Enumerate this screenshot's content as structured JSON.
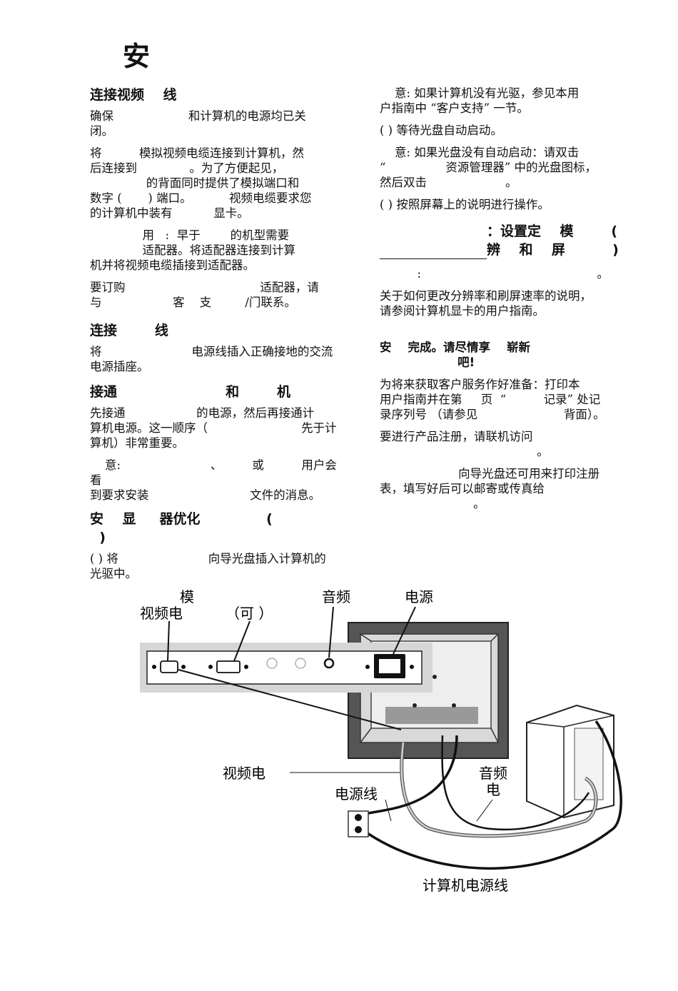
{
  "title": "安",
  "left": {
    "s1_head": "连接视频    线",
    "s1_p1": "确保                    和计算机的电源均已关\n闭。",
    "s1_p2": "将          模拟视频电缆连接到计算机，然\n后连接到              。为了方便起见，\n               的背面同时提供了模拟端口和\n数字 (       ) 端口。          视频电缆要求您\n的计算机中装有           显卡。",
    "s1_note": "              用   :  早于        的机型需要\n              适配器。将适配器连接到计算\n机并将视频电缆插接到适配器。",
    "s1_order": "要订购                                    适配器，请\n与                   客    支         /门联系。",
    "s2_head": "连接        线",
    "s2_p1": "将                        电源线插入正确接地的交流\n电源插座。",
    "s3_head": "接通                       和        机",
    "s3_p1": "先接通                   的电源，然后再接通计\n算机电源。这一顺序（                         先于计\n算机）非常重要。",
    "s3_note": "    意:                        、        或          用户会看\n到要求安装                           文件的消息。",
    "s4_head": "安    显     器优化              (\n  )",
    "s4_p1": "( ) 将                        向导光盘插入计算机的\n光驱中。"
  },
  "right": {
    "r_note1": "    意: 如果计算机没有光驱，参见本用\n户指南中 “客户支持” 一节。",
    "r_step2": "( ) 等待光盘自动启动。",
    "r_note2": "    意: 如果光盘没有自动启动：请双击\n“                资源管理器” 中的光盘图标，\n然后双击                     。",
    "r_step3": "( ) 按照屏幕上的说明进行操作。",
    "r_head": "：设置定    模        (\n辨    和    屏          )",
    "r_colon": "          :                                               。",
    "r_p1": "关于如何更改分辨率和刷屏速率的说明，\n请参阅计算机显卡的用户指南。",
    "r_done": "安    完成。请尽情享    崭新\n                   吧!",
    "r_p2": "为将来获取客户服务作好准备：打印本\n用户指南并在第     页  “          记录” 处记\n录序列号 （请参见                       背面）。",
    "r_p3": "要进行产品注册，请联机访问\n                                          。",
    "r_p4": "                     向导光盘还可用来打印注册\n表，填写好后可以邮寄或传真给\n                         。"
  },
  "diagram": {
    "label_analog": "模",
    "label_video_cable_top": "视频电",
    "label_optional": "（可    ）",
    "label_audio": "音频",
    "label_power": "电源",
    "label_video_cable": "视频电",
    "label_audio_cable_1": "音频",
    "label_audio_cable_2": "电",
    "label_power_cord": "电源线",
    "label_pc_power_cord": "计算机电源线"
  }
}
